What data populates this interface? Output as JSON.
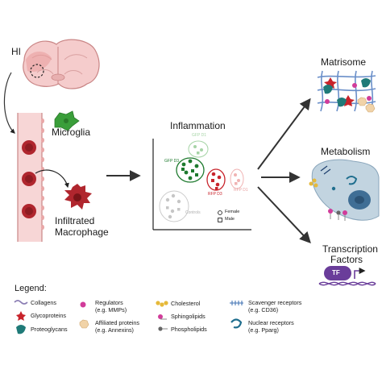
{
  "labels": {
    "hi": "HI",
    "microglia": "Microglia",
    "infiltrated_macrophage_line1": "Infiltrated",
    "infiltrated_macrophage_line2": "Macrophage",
    "inflammation": "Inflammation",
    "matrisome": "Matrisome",
    "metabolism": "Metabolism",
    "transcription_factors_line1": "Transcription",
    "transcription_factors_line2": "Factors",
    "tf": "TF"
  },
  "scatter": {
    "clusters": [
      "GFP D1",
      "GFP D3",
      "RFP D1",
      "RFP D3",
      "Controls"
    ],
    "legend": [
      "Female",
      "Male"
    ]
  },
  "legend": {
    "title": "Legend:",
    "items": [
      {
        "label": "Collagens",
        "icon": "collagen-icon"
      },
      {
        "label": "Glycoproteins",
        "icon": "glycoprotein-icon"
      },
      {
        "label": "Proteoglycans",
        "icon": "proteoglycan-icon"
      },
      {
        "label": "Regulators",
        "sub": "(e.g. MMPs)",
        "icon": "regulator-icon"
      },
      {
        "label": "Affiliated proteins",
        "sub": "(e.g. Annexins)",
        "icon": "affiliated-protein-icon"
      },
      {
        "label": "Cholesterol",
        "icon": "cholesterol-icon"
      },
      {
        "label": "Sphingolipids",
        "icon": "sphingolipid-icon"
      },
      {
        "label": "Phospholipids",
        "icon": "phospholipid-icon"
      },
      {
        "label": "Scavenger receptors",
        "sub": "(e.g. CD36)",
        "icon": "scavenger-receptor-icon"
      },
      {
        "label": "Nuclear receptors",
        "sub": "(e.g. Pparg)",
        "icon": "nuclear-receptor-icon"
      }
    ]
  },
  "colors": {
    "brain": "#f2c4c4",
    "vessel": "#f6d3d3",
    "red_cell": "#b0262e",
    "microglia": "#3a9e3a",
    "gfp_d3": "#1e7a2e",
    "rfp_d3": "#c8232b",
    "cell_body": "#c2d4e0",
    "tf_purple": "#6a3d9a",
    "arrow": "#333333"
  }
}
